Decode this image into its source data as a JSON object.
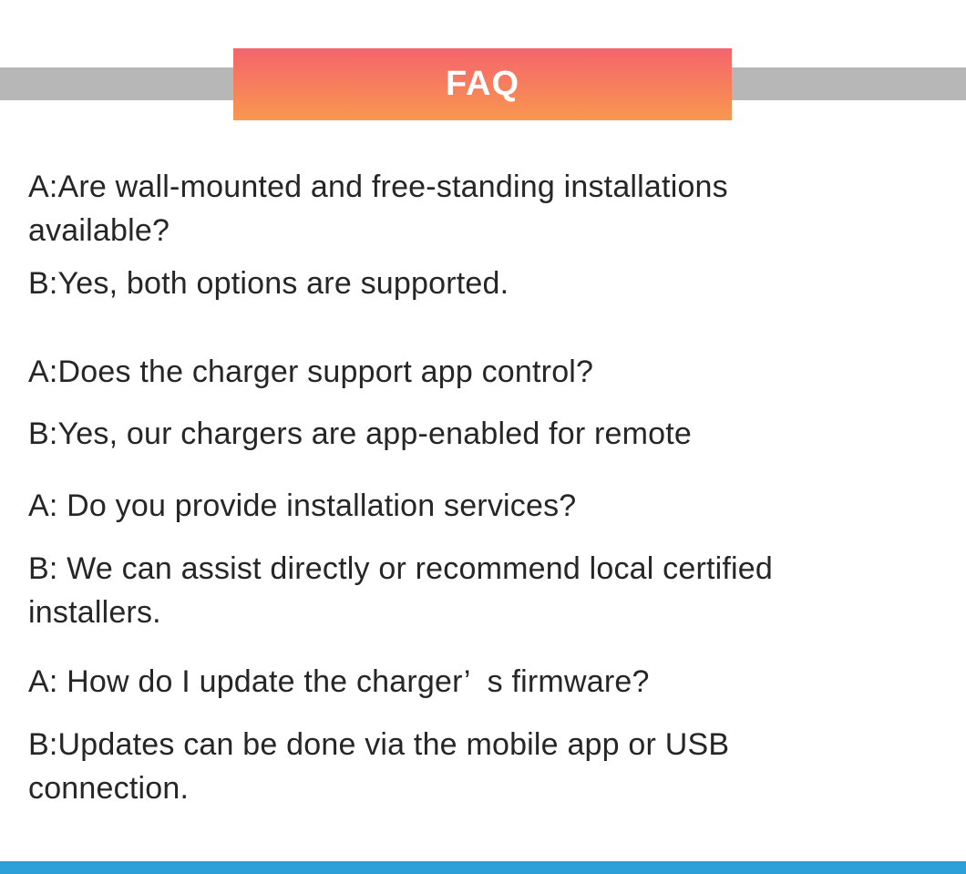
{
  "header": {
    "title": "FAQ"
  },
  "colors": {
    "background": "#ffffff",
    "banner_gradient_top": "#f4646c",
    "banner_gradient_bottom": "#f9974f",
    "banner_text": "#ffffff",
    "gray_bar": "#b7b7b7",
    "bottom_bar": "#2d9fd8",
    "text": "#262626"
  },
  "faq": {
    "paragraphs": [
      {
        "role": "question",
        "lines": [
          "A:Are wall-mounted and free-standing installations",
          "available?"
        ]
      },
      {
        "role": "answer",
        "lines": [
          "B:Yes, both options are supported."
        ]
      },
      {
        "role": "question",
        "lines": [
          "A:Does the charger support app control?"
        ]
      },
      {
        "role": "answer",
        "lines": [
          "B:Yes, our chargers are app-enabled for remote"
        ]
      },
      {
        "role": "question",
        "lines": [
          "A: Do you provide installation services?"
        ]
      },
      {
        "role": "answer",
        "lines": [
          "B: We can assist directly or recommend local certified",
          "installers."
        ]
      },
      {
        "role": "question",
        "lines": [
          "A: How do I update the charger’  s firmware?"
        ]
      },
      {
        "role": "answer",
        "lines": [
          "B:Updates can be done via the mobile app or USB",
          "connection."
        ]
      }
    ]
  }
}
